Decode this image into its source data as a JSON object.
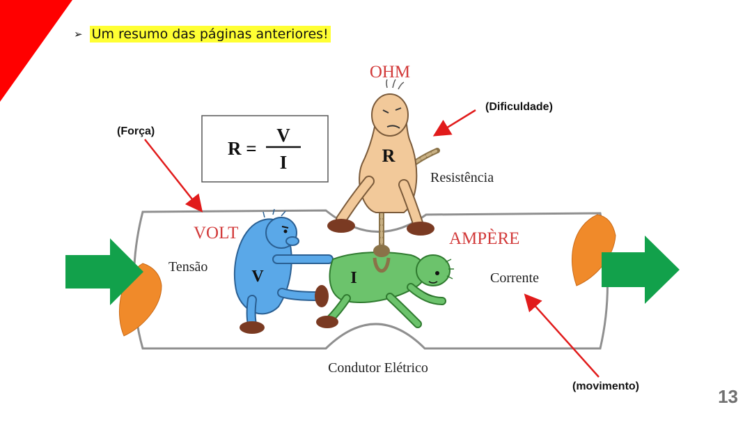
{
  "slide": {
    "bullet_symbol": "➢",
    "bullet_text": "Um resumo das páginas anteriores!",
    "page_number": "13"
  },
  "formula": {
    "lhs": "R =",
    "numerator": "V",
    "denominator": "I"
  },
  "illustration": {
    "ohm_label": "OHM",
    "volt_label": "VOLT",
    "ampere_label": "AMPÈRE",
    "tension_label": "Tensão",
    "current_label": "Corrente",
    "resistance_label": "Resistência",
    "conductor_label": "Condutor Elétrico",
    "r_letter": "R",
    "v_letter": "V",
    "i_letter": "I"
  },
  "annotations": {
    "force": "(Força)",
    "difficulty": "(Dificuldade)",
    "movement": "(movimento)"
  },
  "colors": {
    "red_corner": "#ff0000",
    "highlight": "#ffff33",
    "arrow_green": "#12a14b",
    "label_red": "#d23a3a",
    "volt_blue": "#5aa8e8",
    "ampere_green": "#6cc36c",
    "ohm_tan": "#f2c99a",
    "orange": "#f08a2a"
  }
}
